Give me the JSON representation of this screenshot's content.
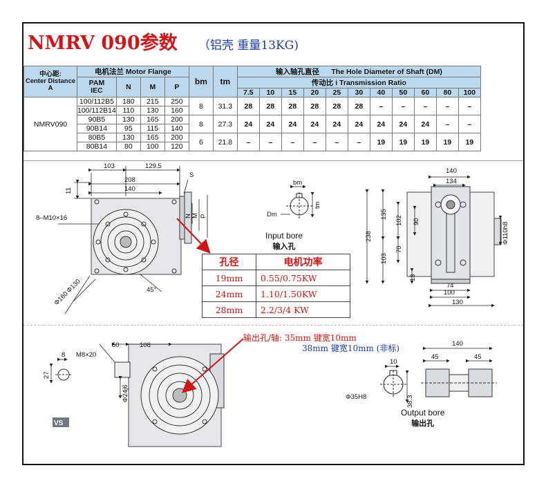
{
  "title": "NMRV 090参数",
  "subtitle": "（铝壳 重量13KG)",
  "spec_table": {
    "center_distance_label": [
      "中心距:",
      "Center Distance",
      "A"
    ],
    "motor_flange_label": "电机法兰 Motor Flange",
    "input_shaft_label": "输入轴孔直径      The Hole Diameter of Shaft (DM)",
    "transmission_ratio_label": "传动比 i Transmission Ratio",
    "col_pam": [
      "PAM",
      "IEC"
    ],
    "col_n": "N",
    "col_m": "M",
    "col_p": "P",
    "col_bm": "bm",
    "col_tm": "tm",
    "ratios": [
      "7.5",
      "10",
      "15",
      "20",
      "25",
      "30",
      "40",
      "50",
      "60",
      "80",
      "100"
    ],
    "model": "NMRV090",
    "flanges": [
      [
        "100/112B5",
        "180",
        "215",
        "250"
      ],
      [
        "100/112B14",
        "110",
        "130",
        "160"
      ],
      [
        "90B5",
        "130",
        "165",
        "200"
      ],
      [
        "90B14",
        "95",
        "115",
        "140"
      ],
      [
        "80B5",
        "130",
        "165",
        "200"
      ],
      [
        "80B14",
        "80",
        "100",
        "120"
      ]
    ],
    "groups": [
      {
        "bm": "8",
        "tm": "31.3",
        "dm": [
          "28",
          "28",
          "28",
          "28",
          "28",
          "28",
          "–",
          "–",
          "–",
          "–",
          "–"
        ]
      },
      {
        "bm": "8",
        "tm": "27.3",
        "dm": [
          "24",
          "24",
          "24",
          "24",
          "24",
          "24",
          "24",
          "24",
          "24",
          "–",
          "–"
        ]
      },
      {
        "bm": "6",
        "tm": "21.8",
        "dm": [
          "–",
          "–",
          "–",
          "–",
          "–",
          "–",
          "19",
          "19",
          "19",
          "19",
          "19"
        ]
      }
    ]
  },
  "power_table": {
    "header": [
      "孔径",
      "电机功率"
    ],
    "rows": [
      [
        "19mm",
        "0.55/0.75KW"
      ],
      [
        "24mm",
        "1.10/1.50KW"
      ],
      [
        "28mm",
        "2.2/3/4 KW"
      ]
    ]
  },
  "notes": {
    "output_35": "输出孔/轴: 35mm 键宽10mm",
    "output_38": "38mm 键宽10mm (非标)"
  },
  "input_bore": {
    "en": "Input bore",
    "cn": "输入孔",
    "bm": "bm",
    "tm": "tm",
    "dm": "Dm"
  },
  "output_bore": {
    "en": "Output bore",
    "cn": "输出孔",
    "width": "10",
    "dia": "Φ35H8",
    "depth": "38.3"
  },
  "dims_front": {
    "d103": "103",
    "d1295": "129.5",
    "d208": "208",
    "d140": "140",
    "d11": "11",
    "s": "S",
    "bolts": "8–M10×16",
    "n": "N",
    "m": "M",
    "p": "P",
    "phi130": "Φ130",
    "phi160": "Φ160",
    "a45": "45°"
  },
  "dims_side": {
    "d140": "140",
    "d134": "134",
    "d238": "238",
    "d135": "135",
    "d102": "102",
    "d90": "90",
    "d70": "70",
    "d103": "103",
    "d13": "13",
    "d74": "74",
    "d100": "100",
    "d130": "130",
    "phi110": "Φ110h8"
  },
  "dims_bottom": {
    "d8": "8",
    "m8": "M8×20",
    "d50": "50",
    "d108": "108",
    "d27": "27",
    "phi24": "Φ24j6",
    "vs": "VS",
    "d140": "140",
    "d45a": "45",
    "d45b": "45"
  }
}
